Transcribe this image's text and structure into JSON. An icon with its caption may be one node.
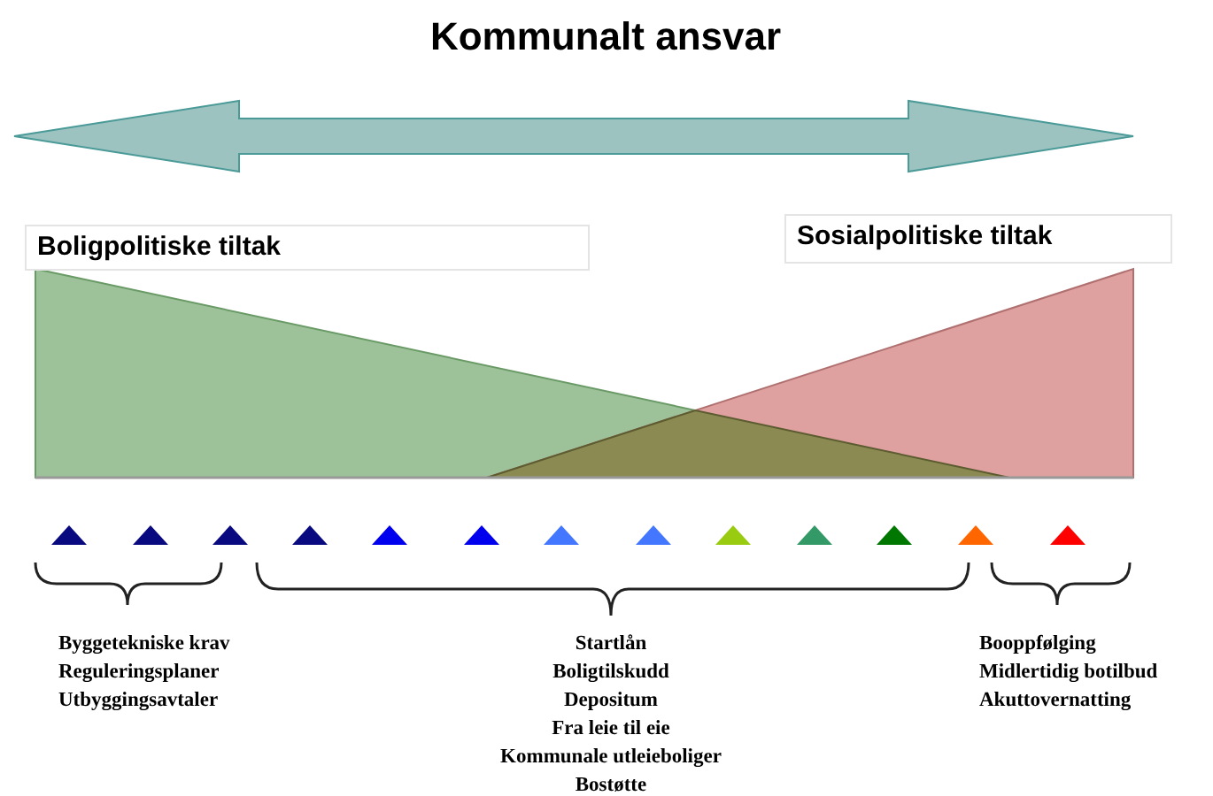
{
  "diagram": {
    "title": "Kommunalt ansvar",
    "nodes": [
      {
        "text": [
          "Boligpolitiske tiltak"
        ]
      },
      {
        "text": [
          "Sosialpolitiske tiltak"
        ]
      }
    ],
    "labels": [
      "Byggetekniske krav",
      "Reguleringsplaner",
      "Utbyggingsavtaler",
      "Startlån",
      "Boligtilskudd",
      "Depositum",
      "Fra leie til eie",
      "Kommunale utleieboliger",
      "Bostøtte",
      "Booppfølging",
      "Midlertidig botilbud",
      "Akuttovernatting"
    ]
  }
}
